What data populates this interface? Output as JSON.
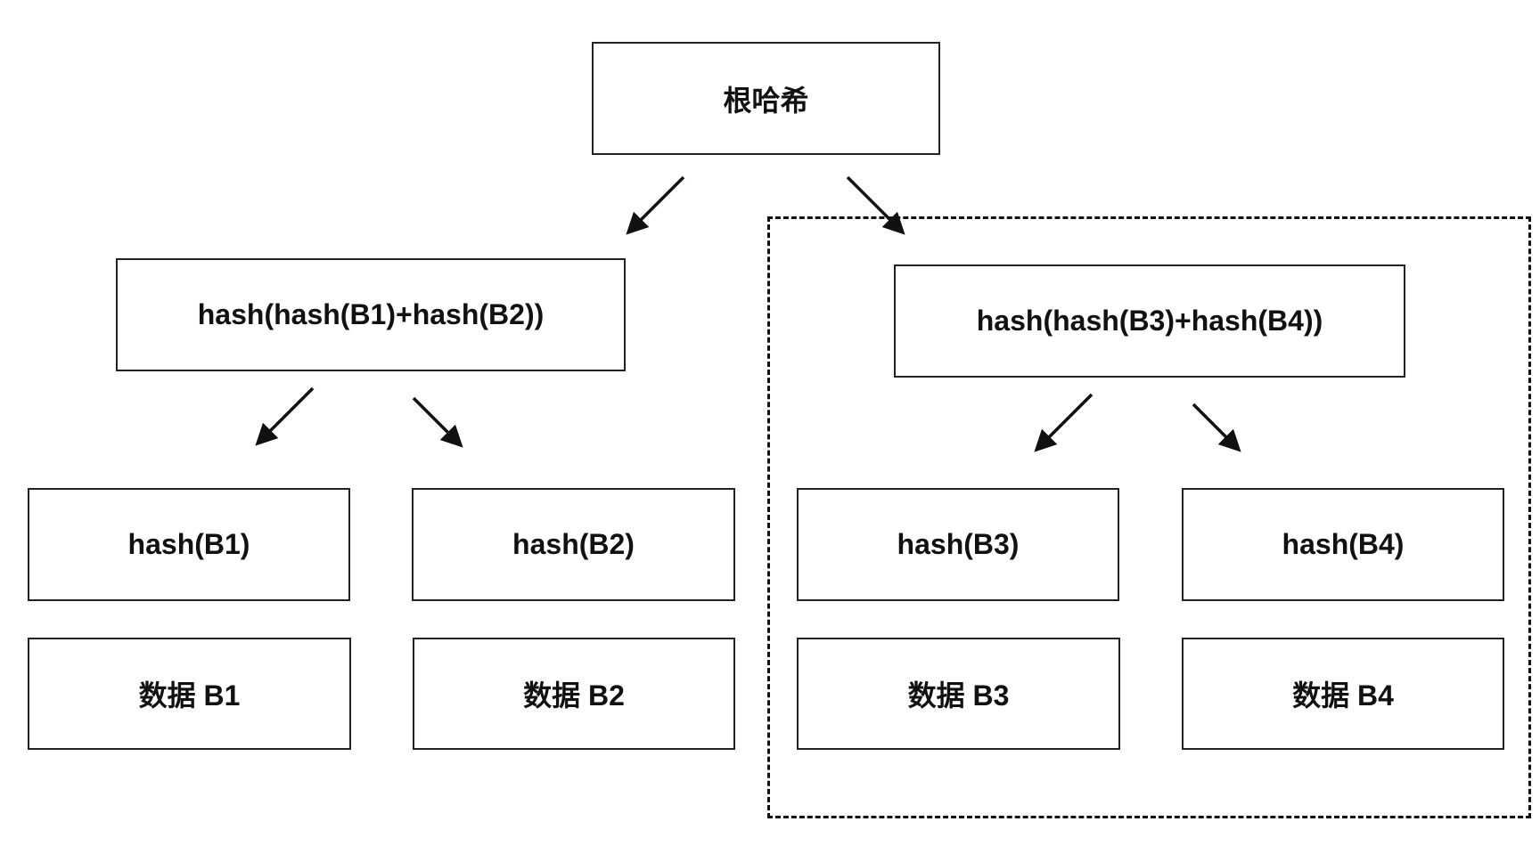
{
  "diagram": {
    "root": {
      "label": "根哈希"
    },
    "left_branch": {
      "label": "hash(hash(B1)+hash(B2))"
    },
    "right_branch": {
      "label": "hash(hash(B3)+hash(B4))"
    },
    "leaf_hashes": [
      {
        "label": "hash(B1)"
      },
      {
        "label": "hash(B2)"
      },
      {
        "label": "hash(B3)"
      },
      {
        "label": "hash(B4)"
      }
    ],
    "data_blocks": [
      {
        "label": "数据 B1"
      },
      {
        "label": "数据 B2"
      },
      {
        "label": "数据 B3"
      },
      {
        "label": "数据 B4"
      }
    ],
    "colors": {
      "stroke": "#222222",
      "text": "#111111",
      "background": "#ffffff"
    }
  }
}
